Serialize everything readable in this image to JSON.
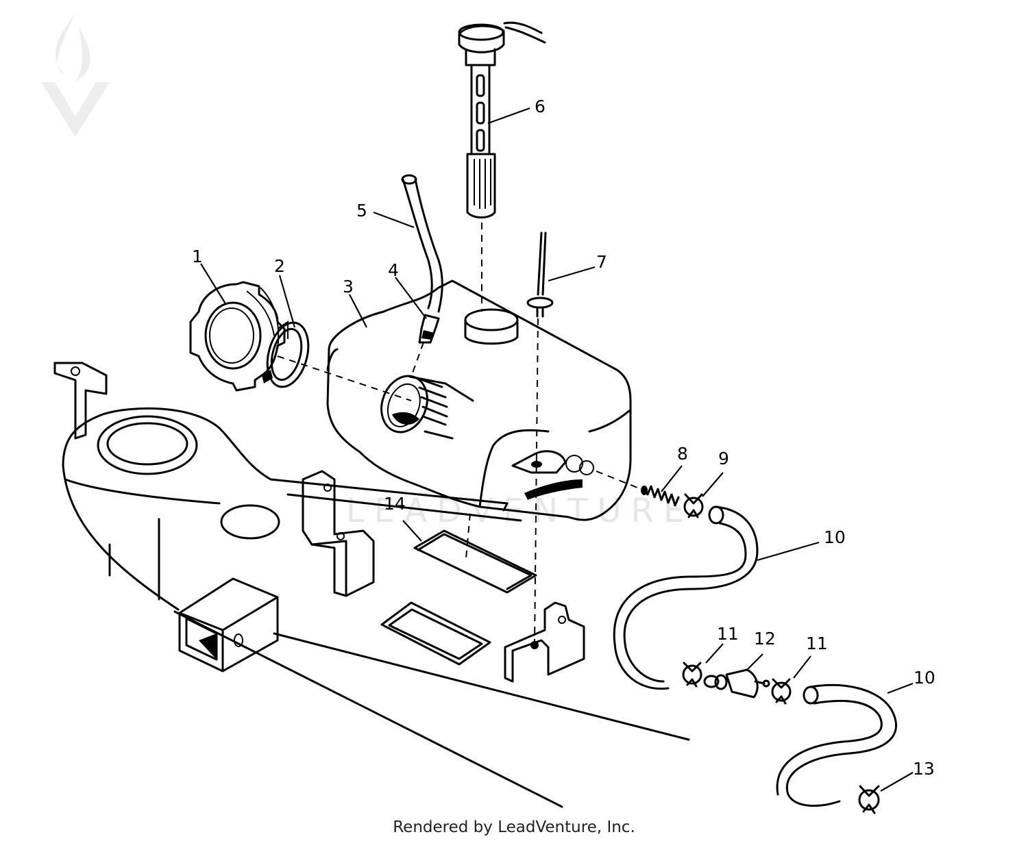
{
  "diagram": {
    "callouts": {
      "c1": "1",
      "c2": "2",
      "c3": "3",
      "c4": "4",
      "c5": "5",
      "c6": "6",
      "c7": "7",
      "c8": "8",
      "c9": "9",
      "c10a": "10",
      "c10b": "10",
      "c11a": "11",
      "c11b": "11",
      "c12": "12",
      "c13": "13",
      "c14": "14"
    },
    "watermark": "LEADVENTURE",
    "credit": "Rendered by LeadVenture, Inc."
  }
}
